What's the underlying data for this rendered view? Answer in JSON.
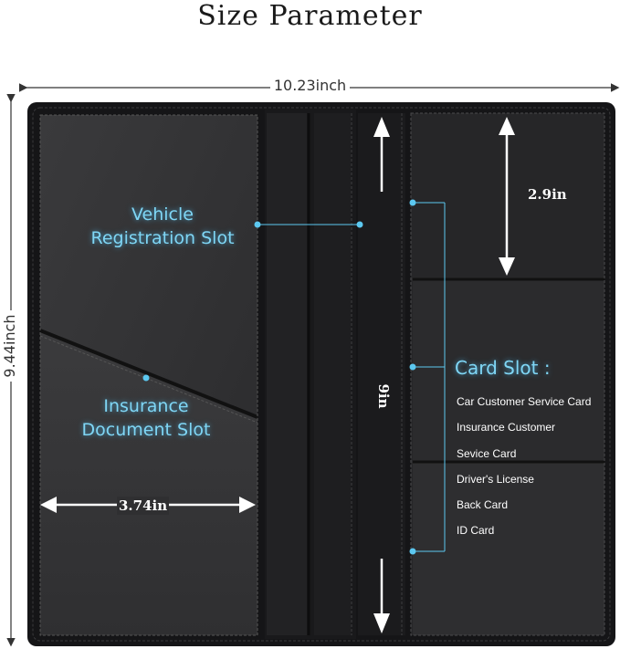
{
  "title": "Size Parameter",
  "dimensions": {
    "width": "10.23inch",
    "height": "9.44inch",
    "left_pocket_width": "3.74in",
    "card_slot_height": "2.9in",
    "center_pocket_height": "9in"
  },
  "labels": {
    "vehicle_registration": [
      "Vehicle",
      "Registration Slot"
    ],
    "insurance_document": [
      "Insurance",
      "Document Slot"
    ],
    "card_slot_heading": "Card Slot :",
    "card_slot_items": [
      "Car Customer Service Card",
      "Insurance Customer",
      "Sevice Card",
      "Driver's License",
      "Back Card",
      "ID Card"
    ]
  },
  "colors": {
    "label_blue": "#7fd6f5",
    "leather": "#1c1c1e",
    "panel": "#2c2c2e"
  }
}
